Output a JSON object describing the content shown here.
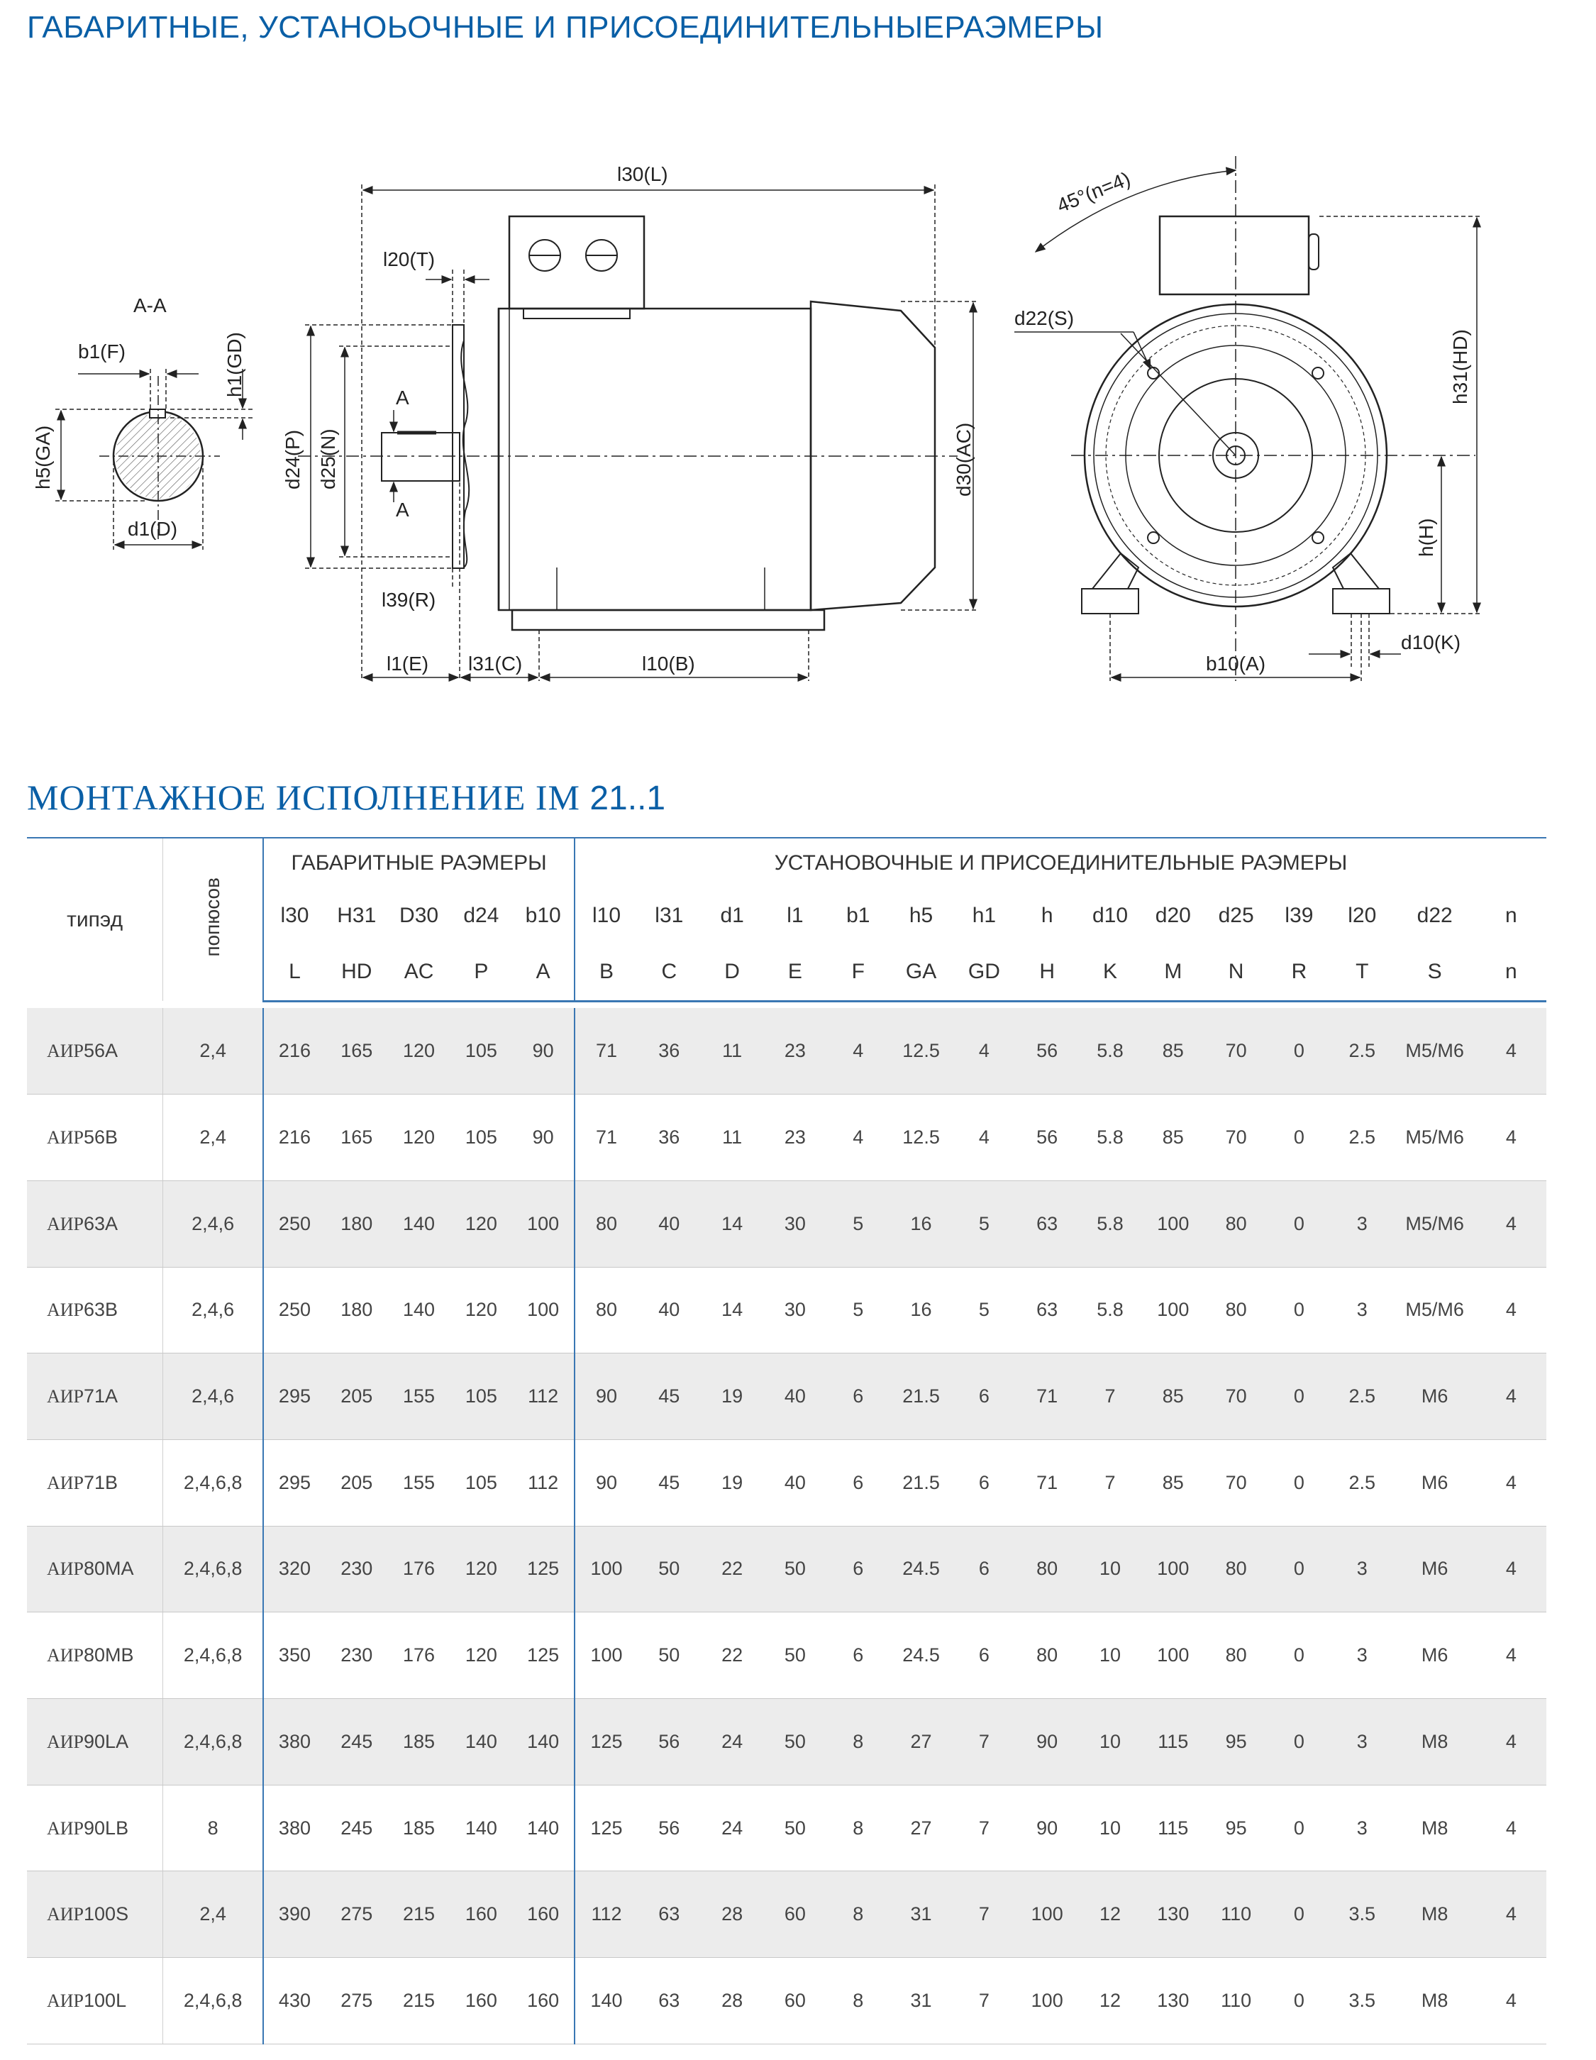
{
  "page_heading": "ГАБАРИТНЫЕ, УСТАНОЬОЧНЫЕ И ПРИСОЕДИНИТЕЛЬНЫЕРАЭМЕРЫ",
  "drawing": {
    "section_title": "A-A",
    "labels": {
      "b1F": "b1(F)",
      "h1GD": "h1(GD)",
      "h5GA": "h5(GA)",
      "d1D": "d1(D)",
      "l30L": "l30(L)",
      "l20T": "l20(T)",
      "d24P": "d24(P)",
      "d25N": "d25(N)",
      "a_top": "A",
      "a_bottom": "A",
      "l39R": "l39(R)",
      "d30AC": "d30(AC)",
      "l1E": "l1(E)",
      "l31C": "l31(C)",
      "l10B": "l10(B)",
      "angle": "45°(n=4)",
      "d22S": "d22(S)",
      "h31HD": "h31(HD)",
      "hH": "h(H)",
      "b10A": "b10(A)",
      "d10K": "d10(K)"
    }
  },
  "table_title": {
    "serif_part": "МОНТАЖНОЕ ИСПОЛНЕНИЕ IM",
    "sans_part": " 21..1"
  },
  "table": {
    "type_header": "типэд",
    "poles_header": "попюсов",
    "group1_header": "ГАБАРИТНЫЕ РАЭМЕРЫ",
    "group2_header": "УСТАНОВОЧНЫЕ И ПРИСОЕДИНИТЕЛЬНЫЕ РАЭМЕРЫ",
    "codes": [
      "l30",
      "H31",
      "D30",
      "d24",
      "b10",
      "l10",
      "l31",
      "d1",
      "l1",
      "b1",
      "h5",
      "h1",
      "h",
      "d10",
      "d20",
      "d25",
      "l39",
      "l20",
      "d22",
      "n"
    ],
    "letters": [
      "L",
      "HD",
      "AC",
      "P",
      "A",
      "B",
      "C",
      "D",
      "E",
      "F",
      "GA",
      "GD",
      "H",
      "K",
      "M",
      "N",
      "R",
      "T",
      "S",
      "n"
    ],
    "rows": [
      {
        "prefix": "АИР",
        "code": "56A",
        "poles": "2,4",
        "values": [
          "216",
          "165",
          "120",
          "105",
          "90",
          "71",
          "36",
          "11",
          "23",
          "4",
          "12.5",
          "4",
          "56",
          "5.8",
          "85",
          "70",
          "0",
          "2.5",
          "M5/M6",
          "4"
        ]
      },
      {
        "prefix": "АИР",
        "code": "56B",
        "poles": "2,4",
        "values": [
          "216",
          "165",
          "120",
          "105",
          "90",
          "71",
          "36",
          "11",
          "23",
          "4",
          "12.5",
          "4",
          "56",
          "5.8",
          "85",
          "70",
          "0",
          "2.5",
          "M5/M6",
          "4"
        ]
      },
      {
        "prefix": "АИР",
        "code": "63A",
        "poles": "2,4,6",
        "values": [
          "250",
          "180",
          "140",
          "120",
          "100",
          "80",
          "40",
          "14",
          "30",
          "5",
          "16",
          "5",
          "63",
          "5.8",
          "100",
          "80",
          "0",
          "3",
          "M5/M6",
          "4"
        ]
      },
      {
        "prefix": "АИР",
        "code": "63B",
        "poles": "2,4,6",
        "values": [
          "250",
          "180",
          "140",
          "120",
          "100",
          "80",
          "40",
          "14",
          "30",
          "5",
          "16",
          "5",
          "63",
          "5.8",
          "100",
          "80",
          "0",
          "3",
          "M5/M6",
          "4"
        ]
      },
      {
        "prefix": "АИР",
        "code": "71A",
        "poles": "2,4,6",
        "values": [
          "295",
          "205",
          "155",
          "105",
          "112",
          "90",
          "45",
          "19",
          "40",
          "6",
          "21.5",
          "6",
          "71",
          "7",
          "85",
          "70",
          "0",
          "2.5",
          "M6",
          "4"
        ]
      },
      {
        "prefix": "АИР",
        "code": "71B",
        "poles": "2,4,6,8",
        "values": [
          "295",
          "205",
          "155",
          "105",
          "112",
          "90",
          "45",
          "19",
          "40",
          "6",
          "21.5",
          "6",
          "71",
          "7",
          "85",
          "70",
          "0",
          "2.5",
          "M6",
          "4"
        ]
      },
      {
        "prefix": "АИР",
        "code": "80MA",
        "poles": "2,4,6,8",
        "values": [
          "320",
          "230",
          "176",
          "120",
          "125",
          "100",
          "50",
          "22",
          "50",
          "6",
          "24.5",
          "6",
          "80",
          "10",
          "100",
          "80",
          "0",
          "3",
          "M6",
          "4"
        ]
      },
      {
        "prefix": "АИР",
        "code": "80MB",
        "poles": "2,4,6,8",
        "values": [
          "350",
          "230",
          "176",
          "120",
          "125",
          "100",
          "50",
          "22",
          "50",
          "6",
          "24.5",
          "6",
          "80",
          "10",
          "100",
          "80",
          "0",
          "3",
          "M6",
          "4"
        ]
      },
      {
        "prefix": "АИР",
        "code": "90LA",
        "poles": "2,4,6,8",
        "values": [
          "380",
          "245",
          "185",
          "140",
          "140",
          "125",
          "56",
          "24",
          "50",
          "8",
          "27",
          "7",
          "90",
          "10",
          "115",
          "95",
          "0",
          "3",
          "M8",
          "4"
        ]
      },
      {
        "prefix": "АИР",
        "code": "90LB",
        "poles": "8",
        "values": [
          "380",
          "245",
          "185",
          "140",
          "140",
          "125",
          "56",
          "24",
          "50",
          "8",
          "27",
          "7",
          "90",
          "10",
          "115",
          "95",
          "0",
          "3",
          "M8",
          "4"
        ]
      },
      {
        "prefix": "АИР",
        "code": "100S",
        "poles": "2,4",
        "values": [
          "390",
          "275",
          "215",
          "160",
          "160",
          "112",
          "63",
          "28",
          "60",
          "8",
          "31",
          "7",
          "100",
          "12",
          "130",
          "110",
          "0",
          "3.5",
          "M8",
          "4"
        ]
      },
      {
        "prefix": "АИР",
        "code": "100L",
        "poles": "2,4,6,8",
        "values": [
          "430",
          "275",
          "215",
          "160",
          "160",
          "140",
          "63",
          "28",
          "60",
          "8",
          "31",
          "7",
          "100",
          "12",
          "130",
          "110",
          "0",
          "3.5",
          "M8",
          "4"
        ]
      }
    ]
  }
}
